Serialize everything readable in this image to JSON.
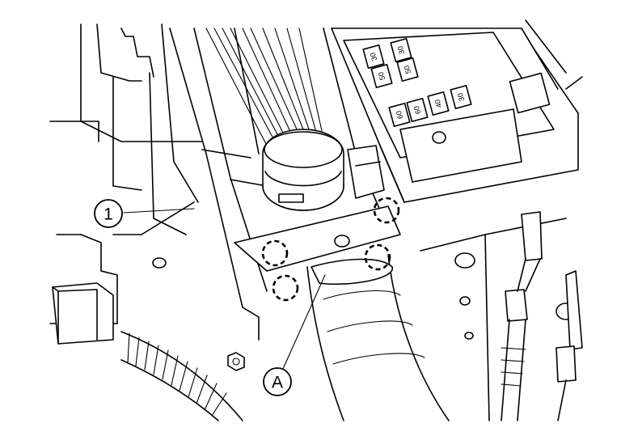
{
  "callouts": [
    {
      "id": "1",
      "label": "1"
    },
    {
      "id": "A",
      "label": "A"
    }
  ],
  "fuse_labels": [
    "30",
    "30",
    "50",
    "50",
    "60",
    "60",
    "40",
    "30"
  ]
}
